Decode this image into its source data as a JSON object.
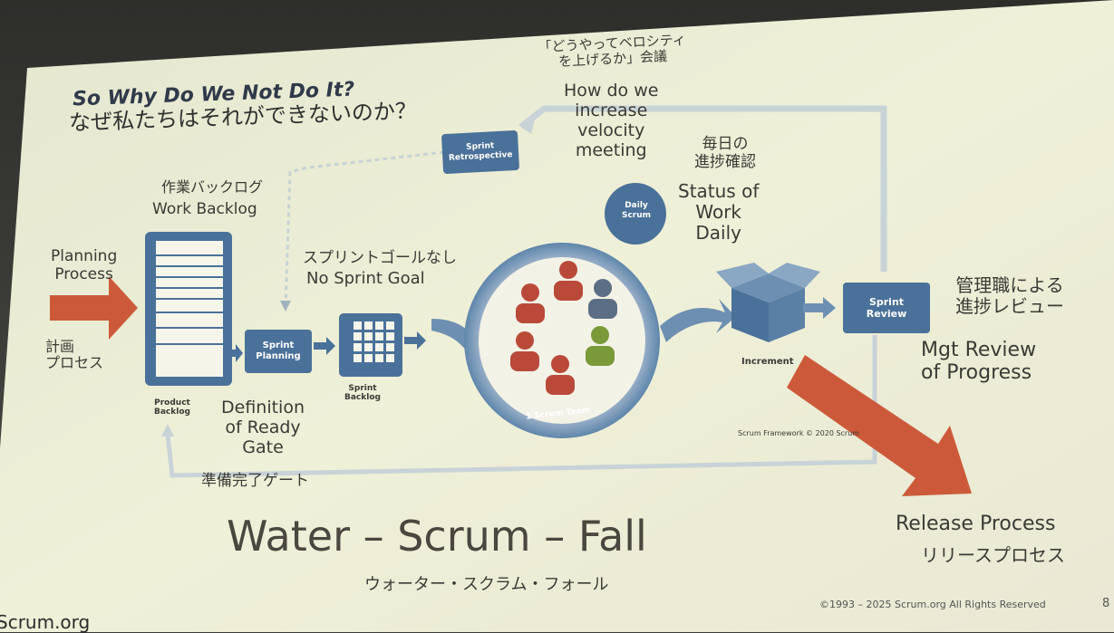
{
  "slide": {
    "title_en": "So Why Do We Not Do It?",
    "title_ja": "なぜ私たちはそれができないのか？",
    "planning_en": "Planning\nProcess",
    "planning_ja": "計画\nプロセス",
    "work_backlog_ja": "作業バックログ",
    "work_backlog_en": "Work Backlog",
    "product_backlog": "Product\nBacklog",
    "sprint_planning": "Sprint\nPlanning",
    "sprint_backlog": "Sprint\nBacklog",
    "no_goal_ja": "スプリントゴールなし",
    "no_goal_en": "No Sprint Goal",
    "dor_en": "Definition\nof Ready\nGate",
    "dor_ja": "準備完了ゲート",
    "sprint_retro": "Sprint\nRetrospective",
    "velocity_ja": "「どうやってベロシティ\nを上げるか」会議",
    "velocity_en": "How do we\nincrease\nvelocity\nmeeting",
    "daily_scrum": "Daily\nScrum",
    "status_ja": "毎日の\n進捗確認",
    "status_en": "Status of\nWork\nDaily",
    "scrum_team": "1 Scrum Team",
    "increment": "Increment",
    "sprint_review": "Sprint\nReview",
    "mgt_ja": "管理職による\n進捗レビュー",
    "mgt_en": "Mgt Review\nof Progress",
    "framework_credit": "Scrum Framework © 2020 Scrum",
    "release_en": "Release Process",
    "release_ja": "リリースプロセス",
    "main_en": "Water – Scrum – Fall",
    "main_ja": "ウォーター・スクラム・フォール",
    "copyright": "©1993 – 2025 Scrum.org All Rights Reserved",
    "page_number": "8",
    "logo": "Scrum.org"
  },
  "colors": {
    "slide_bg": "#eeeed6",
    "box_blue": "#4a7199",
    "arrow_red": "#cc5a3a",
    "person_red": "#b94a3a",
    "person_green": "#7a9a3a",
    "text": "#3b3a36"
  }
}
